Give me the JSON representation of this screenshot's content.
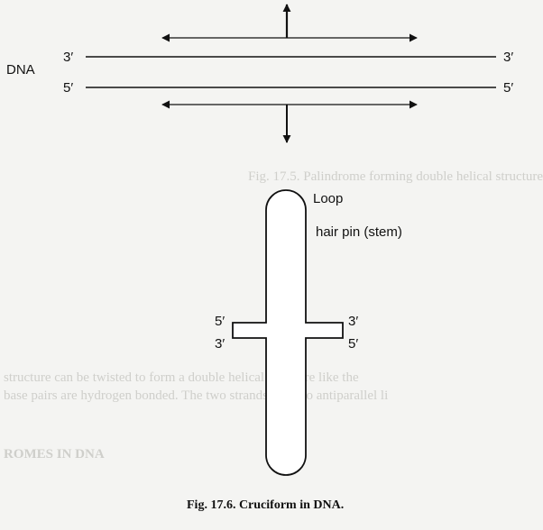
{
  "diagram": {
    "dna_label": "DNA",
    "top_strand": {
      "left_end": "3′",
      "right_end": "3′"
    },
    "bottom_strand": {
      "left_end": "5′",
      "right_end": "5′"
    },
    "loop_label": "Loop",
    "stem_label": "hair pin (stem)",
    "junction_upper": {
      "left_end": "5′",
      "right_end": "3′"
    },
    "junction_lower": {
      "left_end": "3′",
      "right_end": "5′"
    },
    "caption": "Fig. 17.6. Cruciform in DNA."
  },
  "background_bleed": [
    "structure can be twisted to form a double helical structure like the",
    "base pairs are hydrogen bonded. The two strands are also antiparallel li",
    "ROMES IN DNA",
    "Fig. 17.5. Palindrome forming double helical structure"
  ]
}
